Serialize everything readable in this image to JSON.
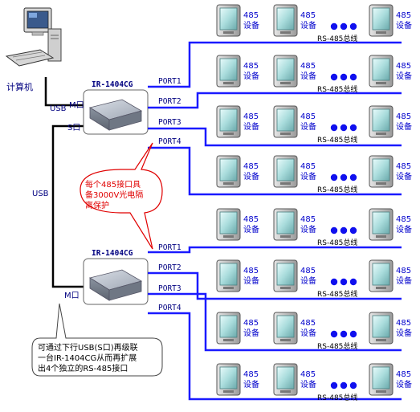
{
  "computer": {
    "label": "计算机",
    "icon": "computer-icon"
  },
  "links": {
    "usb_top": "USB",
    "usb_mid": "USB"
  },
  "converters": [
    {
      "model": "IR-1404CG",
      "m_label": "M口",
      "s_label": "S口",
      "ports": [
        "PORT1",
        "PORT2",
        "PORT3",
        "PORT4"
      ]
    },
    {
      "model": "IR-1404CG",
      "m_label": "M口",
      "ports": [
        "PORT1",
        "PORT2",
        "PORT3",
        "PORT4"
      ]
    }
  ],
  "device": {
    "line1": "485",
    "line2": "设备",
    "icon": "rs485-device-icon"
  },
  "bus_label": "RS-485总线",
  "callouts": {
    "isolation": [
      "每个485接口具",
      "备3000V光电隔",
      "离保护"
    ],
    "cascade": [
      "可通过下行USB(S口)再级联",
      "一台IR-1404CG从而再扩展",
      "出4个独立的RS-485接口"
    ]
  },
  "colors": {
    "bus": "#1a1aff",
    "wire": "#000000",
    "label": "#000080",
    "callout_red": "#e00000",
    "device_text": "#0000cc"
  }
}
